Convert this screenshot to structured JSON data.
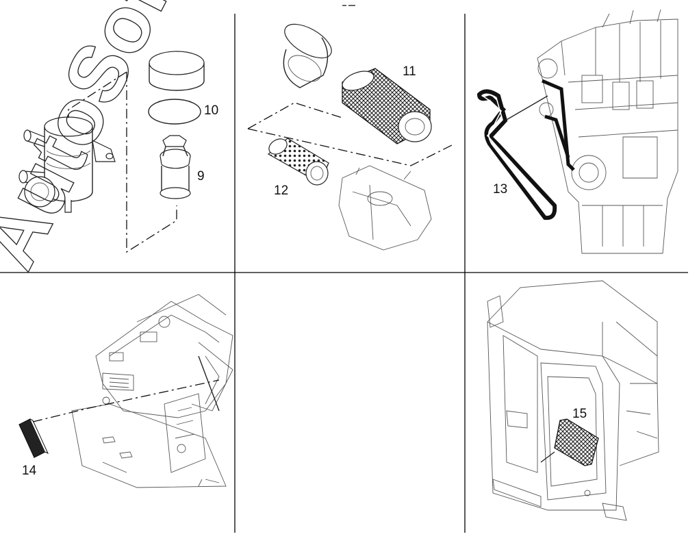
{
  "labels": {
    "p9": "9",
    "p10": "10",
    "p11": "11",
    "p12": "12",
    "p13": "13",
    "p14": "14",
    "p15": "15"
  },
  "watermark": "AutoSoft",
  "colors": {
    "ink": "#222222",
    "background": "#ffffff"
  }
}
